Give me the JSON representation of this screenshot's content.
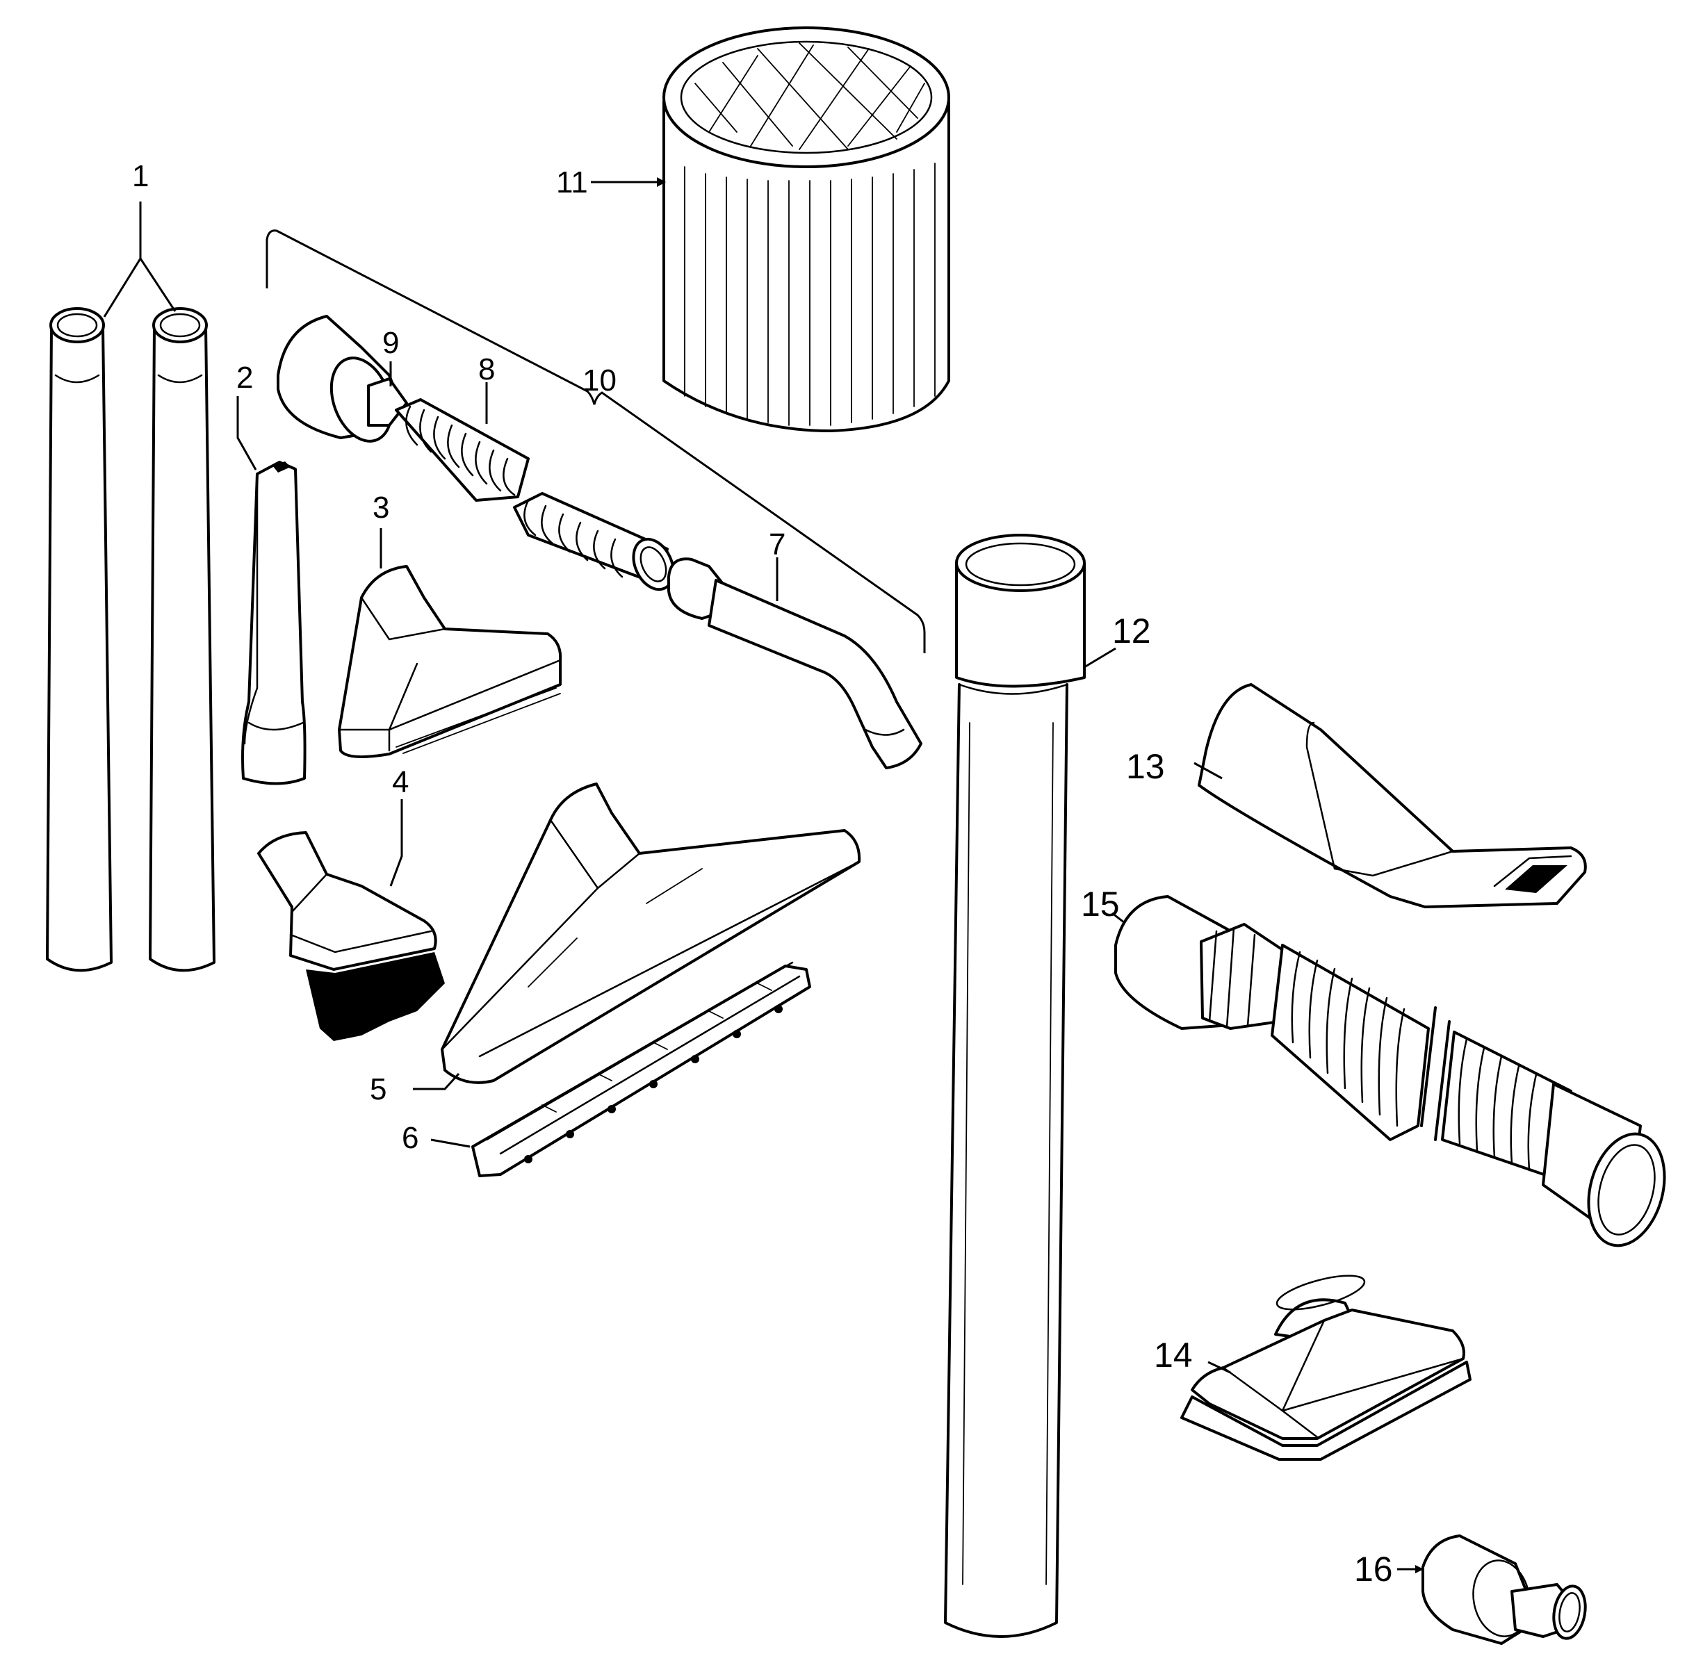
{
  "diagram": {
    "title": "Vacuum accessory parts — exploded view",
    "line_color": "#000000",
    "background": "#ffffff",
    "parts": [
      {
        "number": "1",
        "label": "1",
        "description": "extension wands (pair)"
      },
      {
        "number": "2",
        "label": "2",
        "description": "crevice tool"
      },
      {
        "number": "3",
        "label": "3",
        "description": "upholstery nozzle"
      },
      {
        "number": "4",
        "label": "4",
        "description": "dusting brush"
      },
      {
        "number": "5",
        "label": "5",
        "description": "floor nozzle"
      },
      {
        "number": "6",
        "label": "6",
        "description": "squeegee / brush insert"
      },
      {
        "number": "7",
        "label": "7",
        "description": "curved handle wand"
      },
      {
        "number": "8",
        "label": "8",
        "description": "hose section"
      },
      {
        "number": "9",
        "label": "9",
        "description": "hose cuff"
      },
      {
        "number": "10",
        "label": "10",
        "description": "hose assembly (bracket 7–9)"
      },
      {
        "number": "11",
        "label": "11",
        "description": "cartridge filter"
      },
      {
        "number": "12",
        "label": "12",
        "description": "large extension wand"
      },
      {
        "number": "13",
        "label": "13",
        "description": "large crevice nozzle"
      },
      {
        "number": "14",
        "label": "14",
        "description": "wide floor/gulper nozzle"
      },
      {
        "number": "15",
        "label": "15",
        "description": "large hose"
      },
      {
        "number": "16",
        "label": "16",
        "description": "reducer adapter"
      }
    ]
  }
}
